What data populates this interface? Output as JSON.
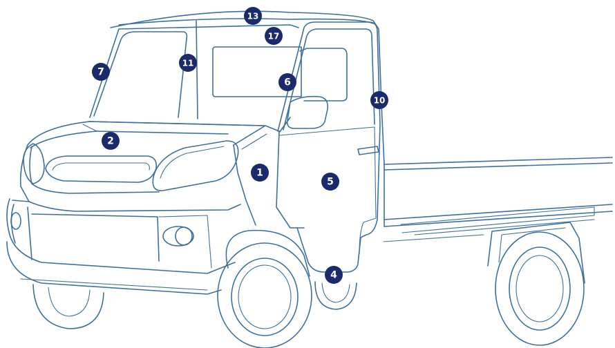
{
  "diagram": {
    "line_color": "#3d6f9e",
    "badge_color": "#1b2a6b",
    "markers": [
      {
        "id": "m1",
        "label": "1"
      },
      {
        "id": "m2",
        "label": "2"
      },
      {
        "id": "m4",
        "label": "4"
      },
      {
        "id": "m5",
        "label": "5"
      },
      {
        "id": "m6",
        "label": "6"
      },
      {
        "id": "m7",
        "label": "7"
      },
      {
        "id": "m10",
        "label": "10"
      },
      {
        "id": "m11",
        "label": "11"
      },
      {
        "id": "m13",
        "label": "13"
      },
      {
        "id": "m17",
        "label": "17"
      }
    ]
  }
}
